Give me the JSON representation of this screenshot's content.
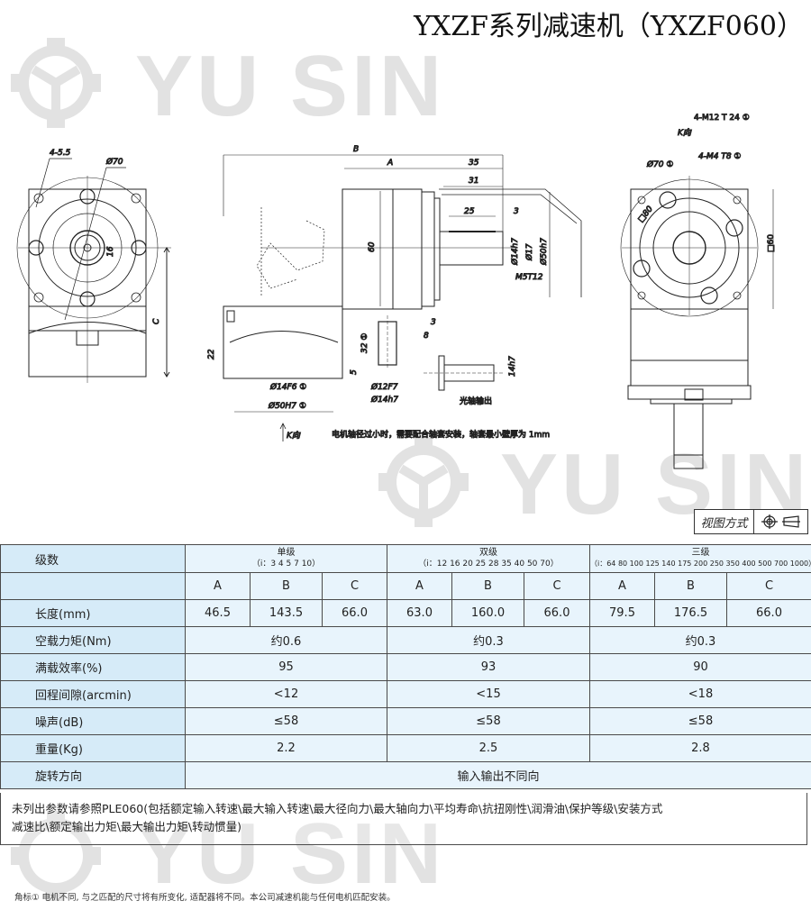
{
  "title": "YXZF系列减速机（YXZF060）",
  "watermark": {
    "text": "YU SIN",
    "icon": "gear-logo-icon"
  },
  "drawing": {
    "front_view": {
      "holes": "4-5.5",
      "pcd": "Ø70",
      "key": "16",
      "height_dim": "C"
    },
    "side_view": {
      "overall": "B",
      "body": "A",
      "shaft_35": "35",
      "shaft_31": "31",
      "key_25": "25",
      "key_3": "3",
      "square": "60",
      "d14": "Ø14h7",
      "d17": "Ø17",
      "d50": "Ø50h7",
      "thread": "M5T12",
      "gap3": "3",
      "gap8": "8",
      "h22": "22",
      "h32": "32 ①",
      "h5": "5",
      "bore": "Ø14F6 ①",
      "pilot": "Ø50H7 ①",
      "kdir": "K向",
      "sleeve_in": "Ø12F7",
      "sleeve_out": "Ø14h7",
      "plain_shaft": "14h7",
      "plain_label": "光轴输出",
      "sleeve_note": "电机轴径过小时，需要配合轴套安装，轴套最小壁厚为 1mm"
    },
    "k_view": {
      "title": "K向",
      "tap_big": "4-M12 T 24 ①",
      "tap_small": "4-M4 T8 ①",
      "pcd": "Ø70 ①",
      "sq80": "□80",
      "sq60": "□60"
    }
  },
  "view_method": {
    "label": "视图方式",
    "symbol": "first-angle-projection-icon"
  },
  "table": {
    "header_label": "级数",
    "groups": [
      {
        "name": "单级",
        "ratios": "（i：3 4 5 7 10）"
      },
      {
        "name": "双级",
        "ratios": "（i：12 16 20 25 28 35 40 50 70）"
      },
      {
        "name": "三级",
        "ratios": "（i：64 80 100 125 140 175 200 250 350 400 500 700 1000）"
      }
    ],
    "subcols": [
      "A",
      "B",
      "C"
    ],
    "rows": [
      {
        "label": "长度(mm)",
        "values": [
          "46.5",
          "143.5",
          "66.0",
          "63.0",
          "160.0",
          "66.0",
          "79.5",
          "176.5",
          "66.0"
        ]
      },
      {
        "label": "空载力矩(Nm)",
        "values": [
          "约0.6",
          "约0.3",
          "约0.3"
        ]
      },
      {
        "label": "满载效率(%)",
        "values": [
          "95",
          "93",
          "90"
        ]
      },
      {
        "label": "回程间隙(arcmin)",
        "values": [
          "<12",
          "<15",
          "<18"
        ]
      },
      {
        "label": "噪声(dB)",
        "values": [
          "≤58",
          "≤58",
          "≤58"
        ]
      },
      {
        "label": "重量(Kg)",
        "values": [
          "2.2",
          "2.5",
          "2.8"
        ]
      }
    ],
    "rotation": {
      "label": "旋转方向",
      "value": "输入输出不同向"
    }
  },
  "footnote_line1": "未列出参数请参照PLE060(包括额定输入转速\\最大输入转速\\最大径向力\\最大轴向力\\平均寿命\\抗扭刚性\\润滑油\\保护等级\\安装方式",
  "footnote_line2": "减速比\\额定输出力矩\\最大输出力矩\\转动惯量)",
  "corner_note": "角标①   电机不同, 与之匹配的尺寸将有所变化, 适配器将不同。本公司减速机能与任何电机匹配安装。",
  "colors": {
    "header_bg": "#d6ebf8",
    "cell_bg": "#e8f4fc",
    "border": "#4a4a4a",
    "watermark": "#e2e2e2"
  }
}
